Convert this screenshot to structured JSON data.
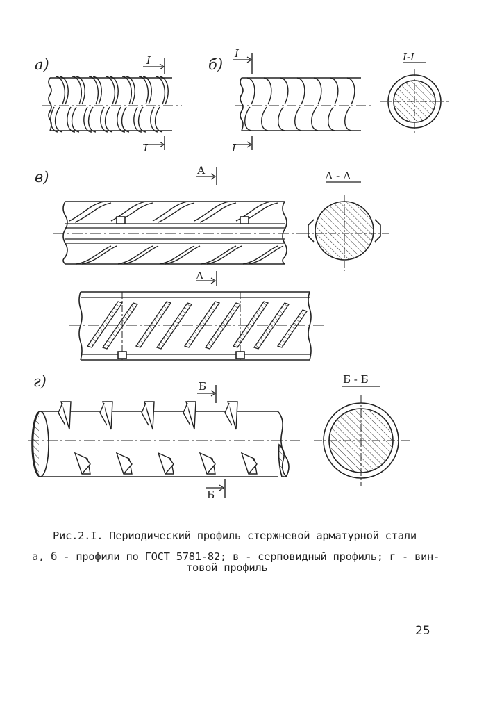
{
  "labels": {
    "a": "а)",
    "b": "б)",
    "v": "в)",
    "g": "г)"
  },
  "sections": {
    "i_top_a": "I",
    "i_bot_a": "I",
    "i_top_b": "I",
    "i_bot_b": "I",
    "ii_title": "I-I",
    "a_top": "А",
    "a_bot": "А",
    "aa_title": "А - А",
    "b_top": "Б",
    "b_bot": "Б",
    "bb_title": "Б - Б"
  },
  "caption": {
    "line1": "Рис.2.I. Периодический профиль стержневой арматурной стали",
    "line2": "а, б - профили по ГОСТ 5781-82; в  - серповидный профиль; г - вин-",
    "line3": "товой профиль"
  },
  "page_number": "25"
}
